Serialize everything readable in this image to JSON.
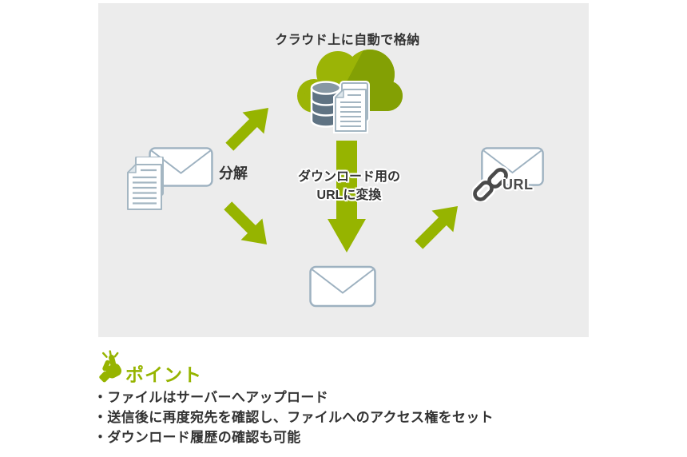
{
  "diagram": {
    "caption": "クラウド上に自動で格納",
    "decompose_label": "分解",
    "convert_label_line1": "ダウンロード用の",
    "convert_label_line2": "URLに変換",
    "url_label": "URL"
  },
  "points": {
    "heading": "ポイント",
    "bullet": "・",
    "items": [
      "ファイルはサーバーへアップロード",
      "送信後に再度宛先を確認し、ファイルへのアクセス権をセット",
      "ダウンロード履歴の確認も可能"
    ]
  },
  "colors": {
    "panel_background": "#ececec",
    "accent_green": "#96b400",
    "accent_green_dark": "#83a004",
    "icon_outline_blue": "#9db1c0",
    "database_slate": "#5f7383",
    "link_dark_gray": "#4a4a4a",
    "text_dark": "#333333"
  }
}
